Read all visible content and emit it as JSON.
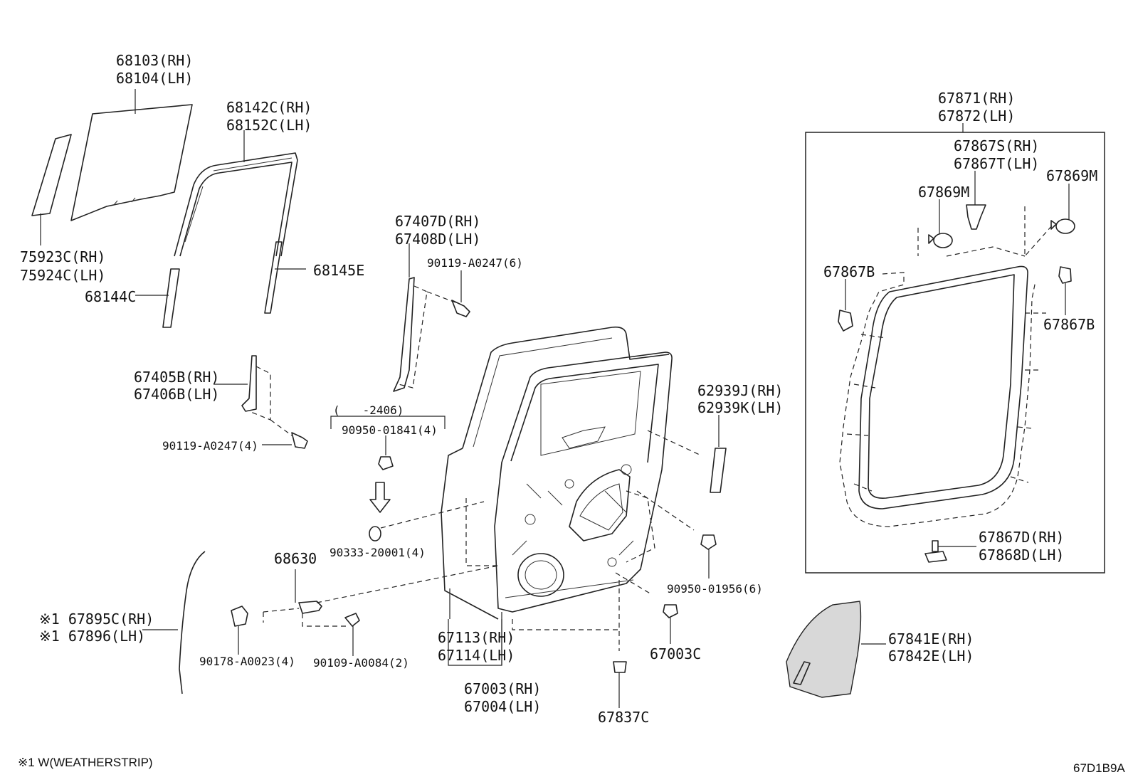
{
  "diagram_id": "67D1B9A",
  "footnote": "※1 W(WEATHERSTRIP)",
  "labels": {
    "glass": [
      "68103(RH)",
      "68104(LH)"
    ],
    "quarter_glass": [
      "75923C(RH)",
      "75924C(LH)"
    ],
    "run_channel": [
      "68142C(RH)",
      "68152C(LH)"
    ],
    "channel_lower": "68144C",
    "channel_rear": "68145E",
    "frame_rear": [
      "67407D(RH)",
      "67408D(LH)"
    ],
    "bolt_upper": "90119-A0247(6)",
    "frame_front": [
      "67405B(RH)",
      "67406B(LH)"
    ],
    "bolt_lower": "90119-A0247(4)",
    "date_range": "(　　-2406)",
    "plug_clip": "90950-01841(4)",
    "hole_plug": "90333-20001(4)",
    "check": "68630",
    "bolt_check": "90178-A0023(4)",
    "bolt_check2": "90109-A0084(2)",
    "weatherstrip_side": [
      "※1 67895C(RH)",
      "※1 67896(LH)"
    ],
    "door_panel": [
      "67113(RH)",
      "67114(LH)"
    ],
    "door_assy": [
      "67003(RH)",
      "67004(LH)"
    ],
    "clip_bottom": "67837C",
    "clip_side": "67003C",
    "plug_rear": "90950-01956(6)",
    "protector": [
      "62939J(RH)",
      "62939K(LH)"
    ],
    "weatherstrip_assy": [
      "67871(RH)",
      "67872(LH)"
    ],
    "ws_clip_top": [
      "67867S(RH)",
      "67867T(LH)"
    ],
    "ws_clip_m_left": "67869M",
    "ws_clip_m_right": "67869M",
    "ws_clip_b_left": "67867B",
    "ws_clip_b_right": "67867B",
    "ws_clip_d": [
      "67867D(RH)",
      "67868D(LH)"
    ],
    "service_hole_cover": [
      "67841E(RH)",
      "67842E(LH)"
    ]
  }
}
